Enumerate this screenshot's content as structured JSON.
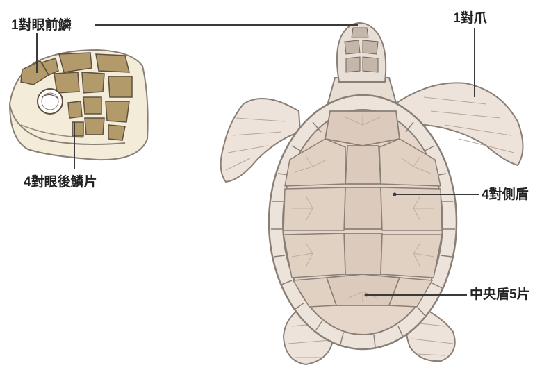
{
  "labels": {
    "pre_eye_scale": "1對眼前鱗",
    "claw": "1對爪",
    "post_eye_scales": "4對眼後鱗片",
    "lateral_scutes": "4對側盾",
    "central_scutes": "中央盾5片"
  },
  "colors": {
    "line": "#3a3a3a",
    "scale_fill": "#e8dfd6",
    "scale_stroke": "#8a7f77",
    "scute_tint": "#d9c9bb",
    "head_plate_fill": "#b39a6a",
    "head_skin": "#efe6c8"
  }
}
